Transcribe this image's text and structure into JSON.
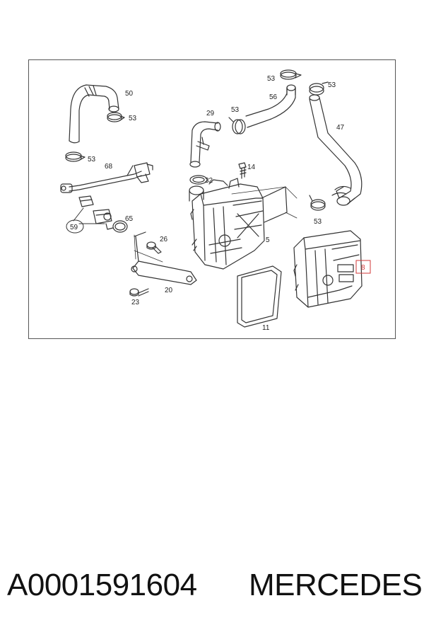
{
  "diagram": {
    "callouts": {
      "c50": "50",
      "c53a": "53",
      "c53b": "53",
      "c53c": "53",
      "c53d": "53",
      "c53e": "53",
      "c53f": "53",
      "c56": "56",
      "c29": "29",
      "c47": "47",
      "c14": "14",
      "c32": "32",
      "c68": "68",
      "c59": "59",
      "c65": "65",
      "c5": "5",
      "c26": "26",
      "c20": "20",
      "c23": "23",
      "c11": "11",
      "c8": "8"
    },
    "highlight_color": "#d23a3a"
  },
  "footer": {
    "part_number": "A0001591604",
    "brand": "MERCEDES"
  }
}
